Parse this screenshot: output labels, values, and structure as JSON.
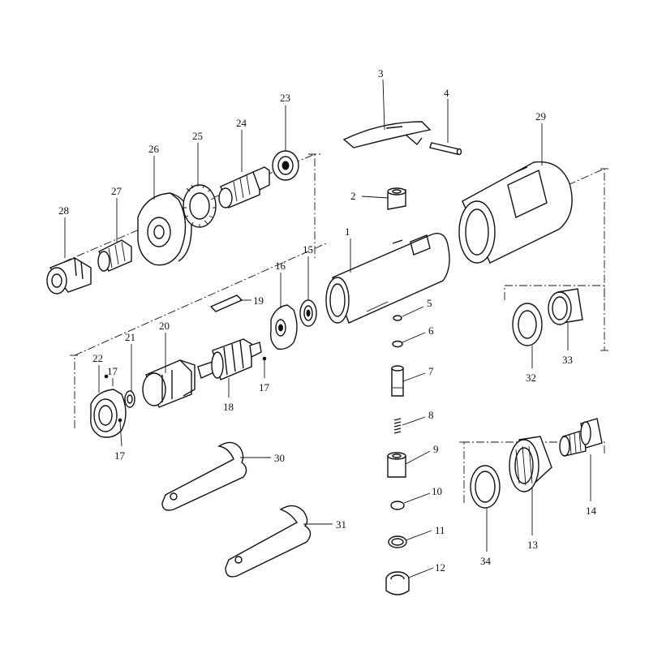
{
  "parts": [
    {
      "id": "p1",
      "label": "1"
    },
    {
      "id": "p2",
      "label": "2"
    },
    {
      "id": "p3",
      "label": "3"
    },
    {
      "id": "p4",
      "label": "4"
    },
    {
      "id": "p5",
      "label": "5"
    },
    {
      "id": "p6",
      "label": "6"
    },
    {
      "id": "p7",
      "label": "7"
    },
    {
      "id": "p8",
      "label": "8"
    },
    {
      "id": "p9",
      "label": "9"
    },
    {
      "id": "p10",
      "label": "10"
    },
    {
      "id": "p11",
      "label": "11"
    },
    {
      "id": "p12",
      "label": "12"
    },
    {
      "id": "p13",
      "label": "13"
    },
    {
      "id": "p14",
      "label": "14"
    },
    {
      "id": "p15",
      "label": "15"
    },
    {
      "id": "p16",
      "label": "16"
    },
    {
      "id": "p17a",
      "label": "17"
    },
    {
      "id": "p17b",
      "label": "17"
    },
    {
      "id": "p17c",
      "label": "17"
    },
    {
      "id": "p18",
      "label": "18"
    },
    {
      "id": "p19",
      "label": "19"
    },
    {
      "id": "p20",
      "label": "20"
    },
    {
      "id": "p21",
      "label": "21"
    },
    {
      "id": "p22",
      "label": "22"
    },
    {
      "id": "p23",
      "label": "23"
    },
    {
      "id": "p24",
      "label": "24"
    },
    {
      "id": "p25",
      "label": "25"
    },
    {
      "id": "p26",
      "label": "26"
    },
    {
      "id": "p27",
      "label": "27"
    },
    {
      "id": "p28",
      "label": "28"
    },
    {
      "id": "p29",
      "label": "29"
    },
    {
      "id": "p30",
      "label": "30"
    },
    {
      "id": "p31",
      "label": "31"
    },
    {
      "id": "p32",
      "label": "32"
    },
    {
      "id": "p33",
      "label": "33"
    },
    {
      "id": "p34",
      "label": "34"
    }
  ]
}
